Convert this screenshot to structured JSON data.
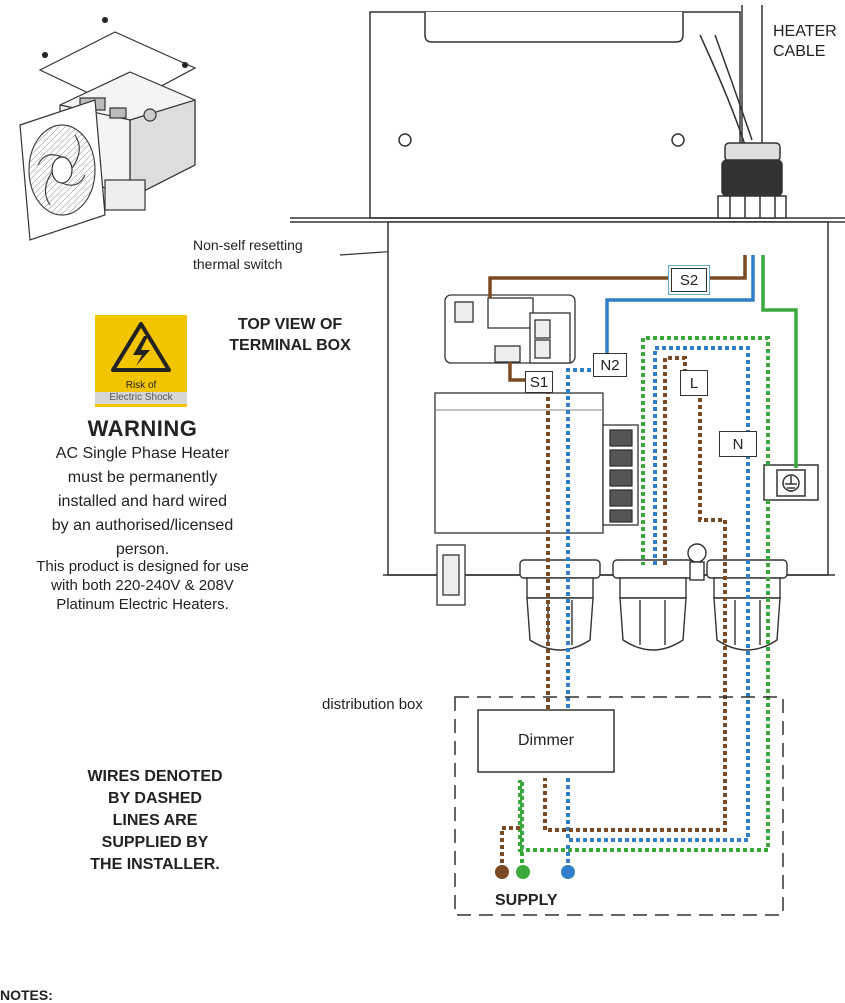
{
  "labels": {
    "heater_cable": [
      "HEATER",
      "CABLE"
    ],
    "thermal_switch": [
      "Non-self resetting",
      "thermal switch"
    ],
    "top_view": [
      "TOP VIEW OF",
      "TERMINAL BOX"
    ],
    "hazard_sign": [
      "Risk of",
      "Electric Shock"
    ],
    "warning_title": "WARNING",
    "warning_body": [
      "AC Single Phase Heater",
      "must be permanently",
      "installed and hard wired",
      "by an authorised/licensed",
      "person."
    ],
    "product_note": [
      "This product is designed for use",
      "with both 220-240V & 208V",
      "Platinum Electric Heaters."
    ],
    "dashed_note": [
      "WIRES DENOTED",
      "BY DASHED",
      "LINES ARE",
      "SUPPLIED BY",
      "THE INSTALLER."
    ],
    "distribution_box": "distribution box",
    "dimmer": "Dimmer",
    "supply": "SUPPLY",
    "notes": "NOTES:"
  },
  "terminals": {
    "s1": "S1",
    "s2": "S2",
    "n2": "N2",
    "l": "L",
    "n": "N"
  },
  "colors": {
    "brown": "#7a4a24",
    "blue": "#2f7fc9",
    "green": "#3aa83a",
    "hazard_yellow": "#f3c400",
    "line": "#333333"
  }
}
